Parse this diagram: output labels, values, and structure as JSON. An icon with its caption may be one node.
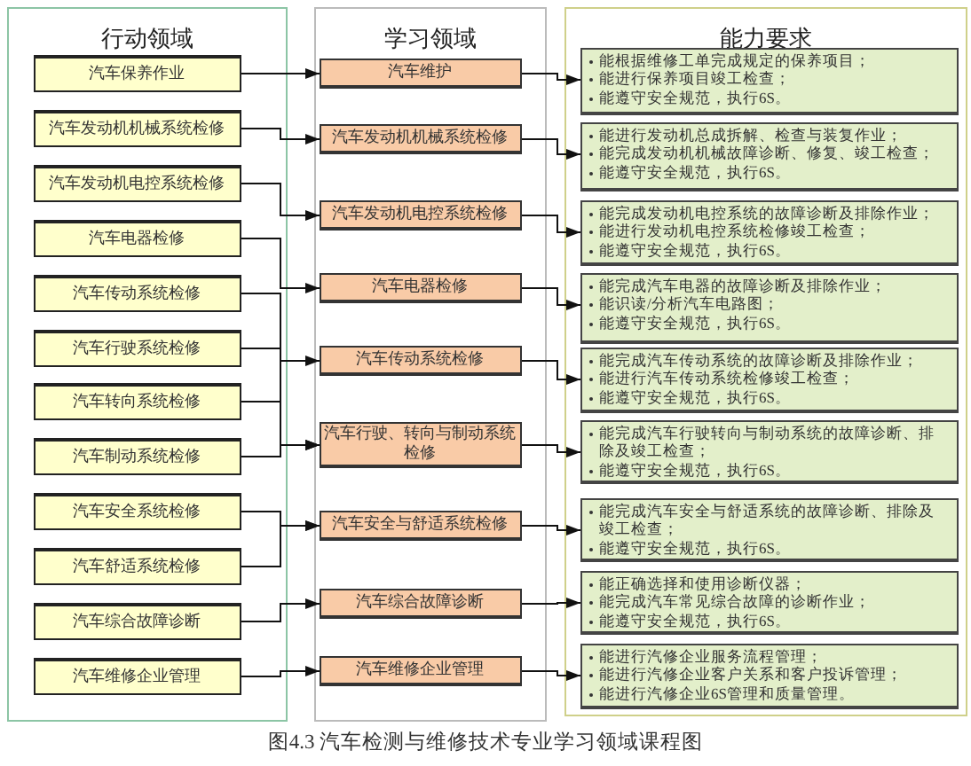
{
  "diagram": {
    "caption": "图4.3 汽车检测与维修技术专业学习领域课程图",
    "nodes": [
      {
        "text": [
          "行动领域"
        ]
      },
      {
        "text": [
          "学习领域"
        ]
      },
      {
        "text": [
          "能力要求"
        ]
      },
      {
        "text": [
          "汽车保养作业"
        ],
        "in": 0
      },
      {
        "text": [
          "汽车发动机机械系统检修"
        ],
        "in": 0
      },
      {
        "text": [
          "汽车发动机电控系统检修"
        ],
        "in": 0
      },
      {
        "text": [
          "汽车电器检修"
        ],
        "in": 0
      },
      {
        "text": [
          "汽车传动系统检修"
        ],
        "in": 0
      },
      {
        "text": [
          "汽车行驶系统检修"
        ],
        "in": 0
      },
      {
        "text": [
          "汽车转向系统检修"
        ],
        "in": 0
      },
      {
        "text": [
          "汽车制动系统检修"
        ],
        "in": 0
      },
      {
        "text": [
          "汽车安全系统检修"
        ],
        "in": 0
      },
      {
        "text": [
          "汽车舒适系统检修"
        ],
        "in": 0
      },
      {
        "text": [
          "汽车综合故障诊断"
        ],
        "in": 0
      },
      {
        "text": [
          "汽车维修企业管理"
        ],
        "in": 0
      },
      {
        "text": [
          "汽车维护"
        ],
        "in": 1
      },
      {
        "text": [
          "汽车发动机机械系统检修"
        ],
        "in": 1
      },
      {
        "text": [
          "汽车发动机电控系统检修"
        ],
        "in": 1
      },
      {
        "text": [
          "汽车电器检修"
        ],
        "in": 1
      },
      {
        "text": [
          "汽车传动系统检修"
        ],
        "in": 1
      },
      {
        "text": [
          "汽车行驶、转向与制动系统检修"
        ],
        "in": 1
      },
      {
        "text": [
          "汽车安全与舒适系统检修"
        ],
        "in": 1
      },
      {
        "text": [
          "汽车综合故障诊断"
        ],
        "in": 1
      },
      {
        "text": [
          "汽车维修企业管理"
        ],
        "in": 1
      },
      {
        "text": [
          "能根据维修工单完成规定的保养项目；",
          "能进行保养项目竣工检查；",
          "能遵守安全规范，执行6S。"
        ],
        "in": 2
      },
      {
        "text": [
          "能进行发动机总成拆解、检查与装复作业；",
          "能完成发动机机械故障诊断、修复、竣工检查；",
          "能遵守安全规范，执行6S。"
        ],
        "in": 2
      },
      {
        "text": [
          "能完成发动机电控系统的故障诊断及排除作业；",
          "能进行发动机电控系统检修竣工检查；",
          "能遵守安全规范，执行6S。"
        ],
        "in": 2
      },
      {
        "text": [
          "能完成汽车电器的故障诊断及排除作业；",
          "能识读/分析汽车电路图；",
          "能遵守安全规范，执行6S。"
        ],
        "in": 2
      },
      {
        "text": [
          "能完成汽车传动系统的故障诊断及排除作业；",
          "能进行汽车传动系统检修竣工检查；",
          "能遵守安全规范，执行6S。"
        ],
        "in": 2
      },
      {
        "text": [
          "能完成汽车行驶转向与制动系统的故障诊断、排除及竣工检查；",
          "能遵守安全规范，执行6S。"
        ],
        "in": 2
      },
      {
        "text": [
          "能完成汽车安全与舒适系统的故障诊断、排除及竣工检查；",
          "能遵守安全规范，执行6S。"
        ],
        "in": 2
      },
      {
        "text": [
          "能正确选择和使用诊断仪器；",
          "能完成汽车常见综合故障的诊断作业；",
          "能遵守安全规范，执行6S。"
        ],
        "in": 2
      },
      {
        "text": [
          "能进行汽修企业服务流程管理；",
          "能进行汽修企业客户关系和客户投诉管理；",
          "能进行汽修企业6S管理和质量管理。"
        ],
        "in": 2
      }
    ],
    "edges": [
      {
        "from": 3,
        "to": 15,
        "arrow": "to"
      },
      {
        "from": 4,
        "to": 16,
        "arrow": "to"
      },
      {
        "from": 5,
        "to": 17,
        "arrow": "to"
      },
      {
        "from": 6,
        "to": 18,
        "arrow": "to"
      },
      {
        "from": 7,
        "to": 19,
        "arrow": "to"
      },
      {
        "from": 8,
        "to": 20,
        "arrow": "to"
      },
      {
        "from": 9,
        "to": 20,
        "arrow": "to"
      },
      {
        "from": 10,
        "to": 20,
        "arrow": "to"
      },
      {
        "from": 11,
        "to": 21,
        "arrow": "to"
      },
      {
        "from": 12,
        "to": 21,
        "arrow": "to"
      },
      {
        "from": 13,
        "to": 22,
        "arrow": "to"
      },
      {
        "from": 14,
        "to": 23,
        "arrow": "to"
      },
      {
        "from": 15,
        "to": 24,
        "arrow": "to"
      },
      {
        "from": 16,
        "to": 25,
        "arrow": "to"
      },
      {
        "from": 17,
        "to": 26,
        "arrow": "to"
      },
      {
        "from": 18,
        "to": 27,
        "arrow": "to"
      },
      {
        "from": 19,
        "to": 28,
        "arrow": "to"
      },
      {
        "from": 20,
        "to": 29,
        "arrow": "to"
      },
      {
        "from": 21,
        "to": 30,
        "arrow": "to"
      },
      {
        "from": 22,
        "to": 31,
        "arrow": "to"
      },
      {
        "from": 23,
        "to": 32,
        "arrow": "to"
      }
    ]
  }
}
